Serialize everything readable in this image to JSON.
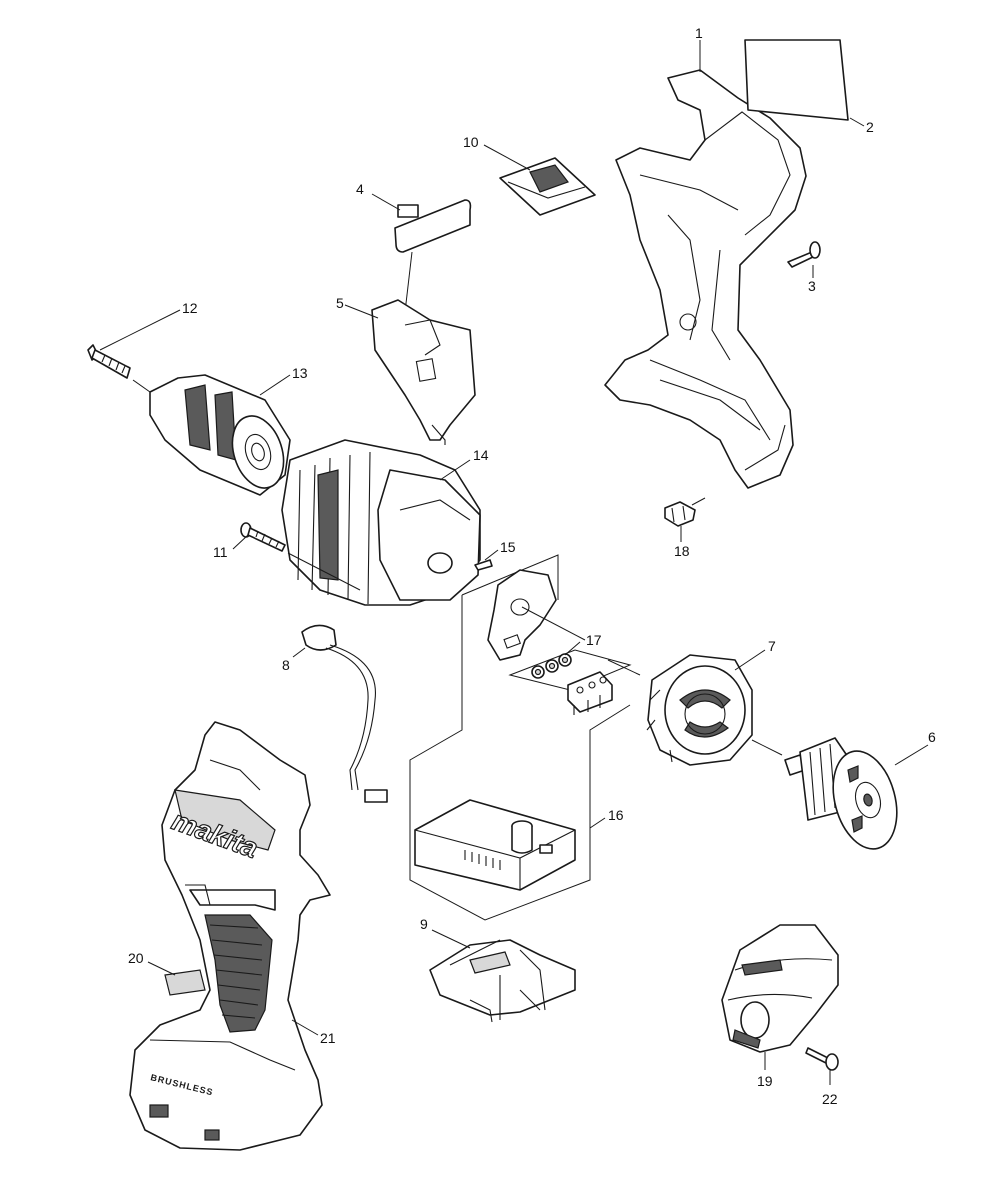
{
  "diagram": {
    "callouts": [
      "1",
      "2",
      "3",
      "4",
      "5",
      "6",
      "7",
      "8",
      "9",
      "10",
      "11",
      "12",
      "13",
      "14",
      "15",
      "16",
      "17",
      "18",
      "19",
      "20",
      "21",
      "22"
    ],
    "housing_logo": "makita",
    "housing_label": "BRUSHLESS"
  }
}
